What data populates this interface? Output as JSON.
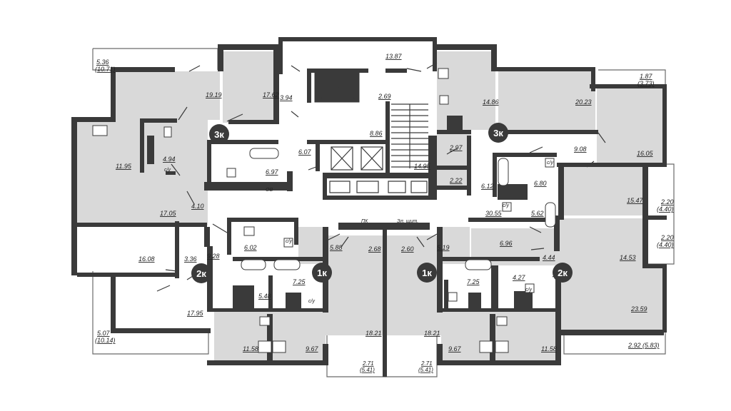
{
  "apartment_tags": [
    {
      "id": "3k-left",
      "label": "3к"
    },
    {
      "id": "3k-right",
      "label": "3к"
    },
    {
      "id": "2k-left",
      "label": "2к"
    },
    {
      "id": "2k-right",
      "label": "2к"
    },
    {
      "id": "1k-left",
      "label": "1к"
    },
    {
      "id": "1k-right",
      "label": "1к"
    }
  ],
  "areas": [
    {
      "id": "a1",
      "text": "5.36"
    },
    {
      "id": "a2",
      "text": "(10.71)"
    },
    {
      "id": "a3",
      "text": "19.19"
    },
    {
      "id": "a4",
      "text": "17.62"
    },
    {
      "id": "a5",
      "text": "3.94"
    },
    {
      "id": "a6",
      "text": "13.87"
    },
    {
      "id": "a7",
      "text": "2.69"
    },
    {
      "id": "a8",
      "text": "14.86"
    },
    {
      "id": "a9",
      "text": "20.23"
    },
    {
      "id": "a10",
      "text": "1.87"
    },
    {
      "id": "a11",
      "text": "(3.73)"
    },
    {
      "id": "a12",
      "text": "16.05"
    },
    {
      "id": "a13",
      "text": "11.95"
    },
    {
      "id": "a14",
      "text": "4.94"
    },
    {
      "id": "a15",
      "text": "6.07"
    },
    {
      "id": "a16",
      "text": "8.86"
    },
    {
      "id": "a17",
      "text": "6.97"
    },
    {
      "id": "a18",
      "text": "14.95"
    },
    {
      "id": "a19",
      "text": "2.97"
    },
    {
      "id": "a20",
      "text": "2.22"
    },
    {
      "id": "a21",
      "text": "9.08"
    },
    {
      "id": "a22",
      "text": "6.12"
    },
    {
      "id": "a23",
      "text": "6.80"
    },
    {
      "id": "a24",
      "text": "15.47"
    },
    {
      "id": "a25",
      "text": "2.20"
    },
    {
      "id": "a26",
      "text": "(4.40)"
    },
    {
      "id": "a27",
      "text": "17.05"
    },
    {
      "id": "a28",
      "text": "4.10"
    },
    {
      "id": "a29",
      "text": "30.55"
    },
    {
      "id": "a30",
      "text": "5.62"
    },
    {
      "id": "a31",
      "text": "2.20"
    },
    {
      "id": "a32",
      "text": "(4.40)"
    },
    {
      "id": "a33",
      "text": "16.08"
    },
    {
      "id": "a34",
      "text": "3.36"
    },
    {
      "id": "a35",
      "text": "9.28"
    },
    {
      "id": "a36",
      "text": "6.02"
    },
    {
      "id": "a37",
      "text": "5.88"
    },
    {
      "id": "a38",
      "text": "2.68"
    },
    {
      "id": "a39",
      "text": "2.60"
    },
    {
      "id": "a40",
      "text": "5.19"
    },
    {
      "id": "a41",
      "text": "6.96"
    },
    {
      "id": "a42",
      "text": "4.44"
    },
    {
      "id": "a43",
      "text": "14.53"
    },
    {
      "id": "a44",
      "text": "7.25"
    },
    {
      "id": "a45",
      "text": "5.48"
    },
    {
      "id": "a46",
      "text": "7.25"
    },
    {
      "id": "a47",
      "text": "4.27"
    },
    {
      "id": "a48",
      "text": "17.95"
    },
    {
      "id": "a49",
      "text": "23.59"
    },
    {
      "id": "a50",
      "text": "18.21"
    },
    {
      "id": "a51",
      "text": "18.21"
    },
    {
      "id": "a52",
      "text": "5.07"
    },
    {
      "id": "a53",
      "text": "(10.14)"
    },
    {
      "id": "a54",
      "text": "11.58"
    },
    {
      "id": "a55",
      "text": "9.67"
    },
    {
      "id": "a56",
      "text": "9.67"
    },
    {
      "id": "a57",
      "text": "11.58"
    },
    {
      "id": "a58",
      "text": "2.92 (5.83)"
    },
    {
      "id": "a59",
      "text": "2.71"
    },
    {
      "id": "a60",
      "text": "(5.41)"
    },
    {
      "id": "a61",
      "text": "2.71"
    },
    {
      "id": "a62",
      "text": "(5.41)"
    }
  ],
  "misc_labels": {
    "pk": "ПК",
    "el_shaft": "Эл. щит.",
    "ov": "ОВ",
    "su_1": "с/у",
    "su_2": "с/у",
    "su_3": "с/у",
    "su_4": "с/у",
    "su_5": "с/у",
    "su_6": "с/у"
  },
  "colors": {
    "wall": "#3a3a3a",
    "room_fill": "#d9d9d9",
    "background": "#ffffff"
  }
}
